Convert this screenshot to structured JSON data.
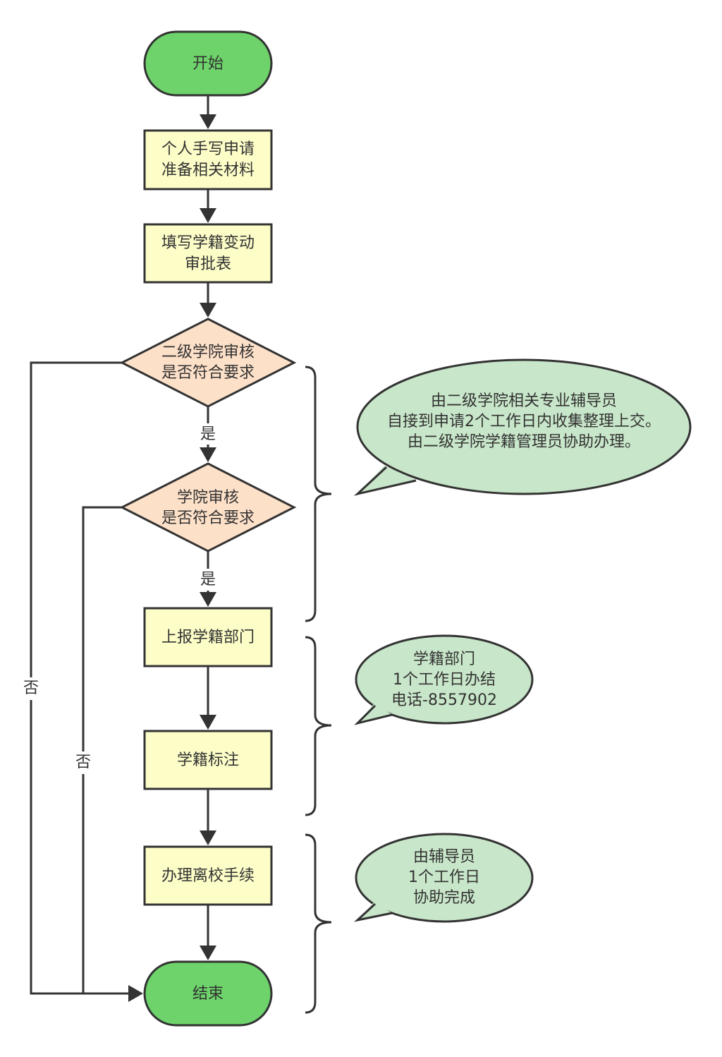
{
  "colors": {
    "terminal": "#6dd36a",
    "process": "#fdfdc8",
    "decision": "#fde0c8",
    "callout": "#c8e6c9",
    "stroke": "#333333"
  },
  "nodes": {
    "start": "开始",
    "step1": [
      "个人手写申请",
      "准备相关材料"
    ],
    "step2": [
      "填写学籍变动",
      "审批表"
    ],
    "decision1": [
      "二级学院审核",
      "是否符合要求"
    ],
    "decision2": [
      "学院审核",
      "是否符合要求"
    ],
    "step3": "上报学籍部门",
    "step4": "学籍标注",
    "step5": "办理离校手续",
    "end": "结束"
  },
  "edge_labels": {
    "yes1": "是",
    "yes2": "是",
    "no1": "否",
    "no2": "否"
  },
  "callouts": [
    [
      "由二级学院相关专业辅导员",
      "自接到申请2个工作日内收集整理上交。",
      "由二级学院学籍管理员协助办理。"
    ],
    [
      "学籍部门",
      "1个工作日办结",
      "电话-8557902"
    ],
    [
      "由辅导员",
      "1个工作日",
      "协助完成"
    ]
  ]
}
